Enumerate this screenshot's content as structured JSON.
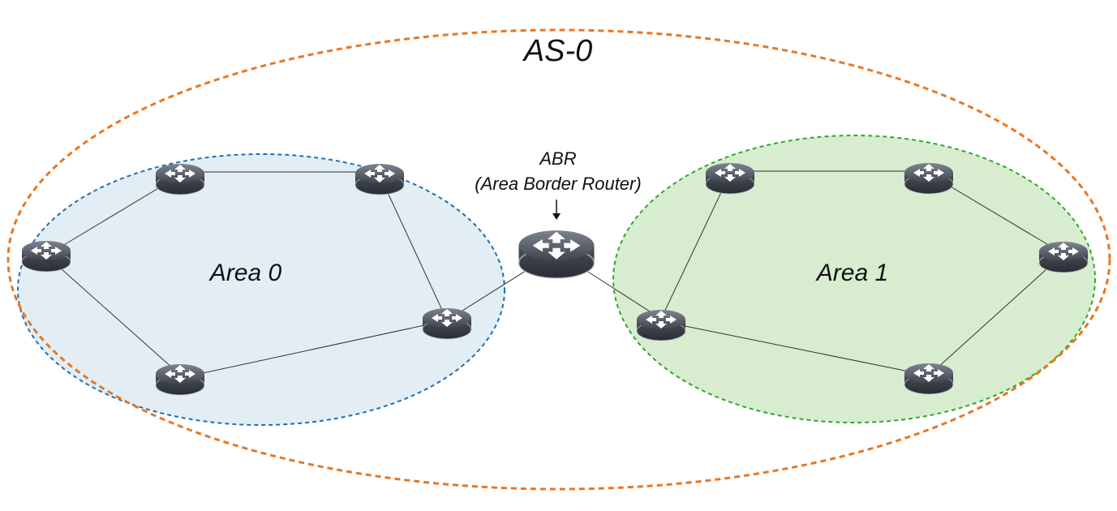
{
  "as_label": "AS-0",
  "area0": {
    "label": "Area 0",
    "fill": "#e2eef3",
    "border": "#1f6fb4"
  },
  "area1": {
    "label": "Area 1",
    "fill": "#d8ecd0",
    "border": "#31a82a"
  },
  "as_border": "#e87722",
  "abr": {
    "title": "ABR",
    "subtitle": "(Area Border Router)"
  },
  "router_icon": "router-icon"
}
